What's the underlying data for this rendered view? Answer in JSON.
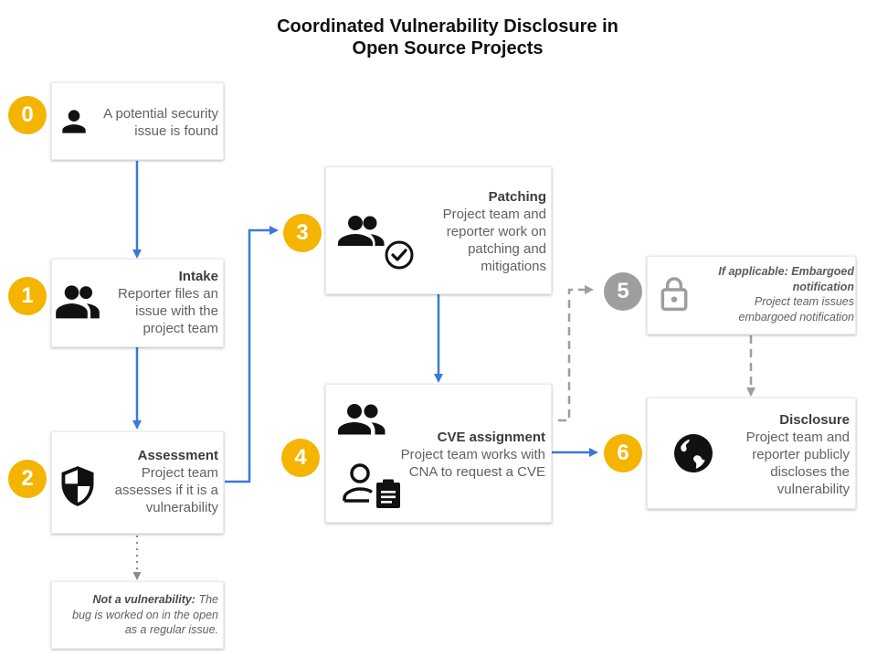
{
  "title": {
    "line1": "Coordinated Vulnerability Disclosure in",
    "line2": "Open Source Projects"
  },
  "colors": {
    "badge_active": "#F4B400",
    "badge_muted": "#9E9E9E",
    "arrow_primary": "#3C78D8",
    "arrow_dashed": "#9E9E9E",
    "arrow_dotted": "#8A8A8A"
  },
  "steps": [
    {
      "badge": "0",
      "icon": "person-icon",
      "lines": [
        "A potential security",
        "issue is found"
      ]
    },
    {
      "badge": "1",
      "icon": "people-icon",
      "heading": "Intake",
      "lines": [
        "Reporter files an",
        "issue with the",
        "project team"
      ]
    },
    {
      "badge": "2",
      "icon": "shield-icon",
      "heading": "Assessment",
      "lines": [
        "Project team",
        "assesses if it is a",
        "vulnerability"
      ]
    },
    {
      "badge": "3",
      "icon": "people-check-icon",
      "heading": "Patching",
      "lines": [
        "Project team and",
        "reporter work on",
        "patching and",
        "mitigations"
      ]
    },
    {
      "badge": "4",
      "icon": "people-icon,person-assignment-icon",
      "heading": "CVE assignment",
      "lines": [
        "Project team works with",
        "CNA to request a CVE"
      ]
    },
    {
      "badge": "5",
      "icon": "lock-icon",
      "heading_lines": [
        "If applicable: Embargoed",
        "notification"
      ],
      "lines": [
        "Project team issues",
        "embargoed notification"
      ]
    },
    {
      "badge": "6",
      "icon": "globe-icon",
      "heading": "Disclosure",
      "lines": [
        "Project team and",
        "reporter publicly",
        "discloses the",
        "vulnerability"
      ]
    }
  ],
  "not_vuln": {
    "heading": "Not a vulnerability:",
    "line1_rest": " The",
    "line2": "bug is worked on in the open",
    "line3": "as a regular issue."
  }
}
